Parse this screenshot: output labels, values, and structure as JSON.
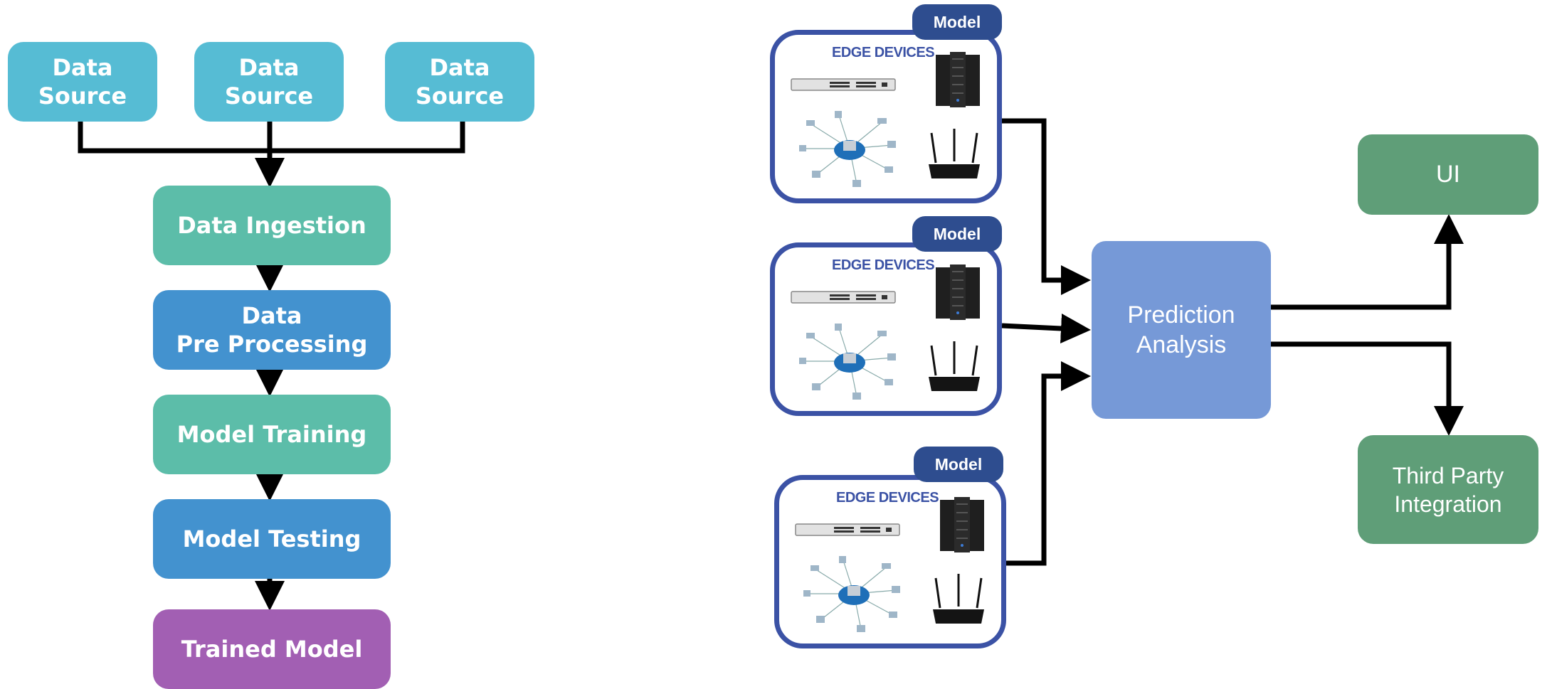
{
  "pipeline": {
    "sources": [
      "Data\nSource",
      "Data\nSource",
      "Data\nSource"
    ],
    "steps": [
      {
        "label": "Data Ingestion",
        "color": "#5cbda9"
      },
      {
        "label": "Data\nPre Processing",
        "color": "#4392cf"
      },
      {
        "label": "Model Training",
        "color": "#5cbda9"
      },
      {
        "label": "Model Testing",
        "color": "#4392cf"
      },
      {
        "label": "Trained Model",
        "color": "#a25fb3"
      }
    ],
    "source_color": "#56bcd4"
  },
  "edge": {
    "groups": [
      {
        "tag": "Model",
        "label": "EDGE DEVICES"
      },
      {
        "tag": "Model",
        "label": "EDGE DEVICES"
      },
      {
        "tag": "Model",
        "label": "EDGE DEVICES"
      }
    ],
    "icons": [
      "network-switch-icon",
      "server-rack-icon",
      "network-topology-icon",
      "wifi-router-icon"
    ],
    "border_color": "#3b52a5",
    "tag_color": "#2e4d8f"
  },
  "analysis": {
    "label": "Prediction\nAnalysis",
    "color": "#7699d7"
  },
  "outputs": {
    "ui": "UI",
    "third_party": "Third Party\nIntegration",
    "color": "#5f9e78"
  }
}
